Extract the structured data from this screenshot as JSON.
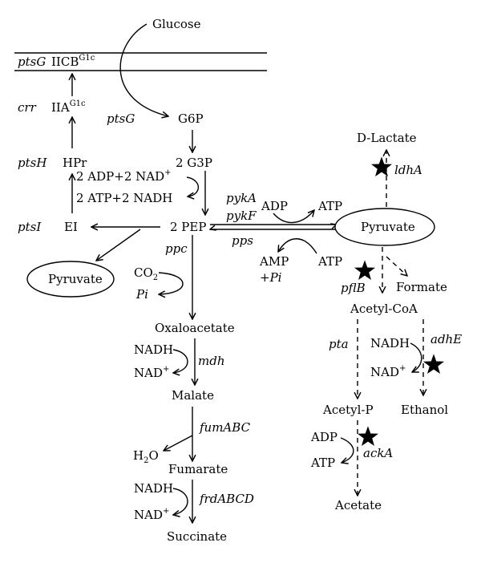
{
  "diagram": {
    "colors": {
      "ink": "#000000",
      "background": "#ffffff"
    },
    "membrane": {
      "gene": "ptsG",
      "protein": "IICB",
      "protein_sup": "G1c"
    },
    "pts": {
      "crr_gene": "crr",
      "iia": "IIA",
      "iia_sup": "G1c",
      "ptsH_gene": "ptsH",
      "hpr": "HPr",
      "ptsI_gene": "ptsI",
      "ei": "EI"
    },
    "glycolysis": {
      "glucose": "Glucose",
      "ptsG_gene": "ptsG",
      "g6p": "G6P",
      "g3p": "2 G3P",
      "cofactor_in": "2 ADP+2 NAD",
      "cofactor_in_sup": "+",
      "cofactor_out": "2 ATP+2 NADH",
      "pep": "2 PEP",
      "pyruvate_left": "Pyruvate"
    },
    "reductive_branch": {
      "ppc_gene": "ppc",
      "co2": "CO",
      "co2_sub": "2",
      "pi": "Pi",
      "oxaloacetate": "Oxaloacetate",
      "nadh_1": "NADH",
      "nad_1": "NAD",
      "nad_1_sup": "+",
      "mdh_gene": "mdh",
      "malate": "Malate",
      "fum_gene": "fumABC",
      "h2o": "H",
      "h2o_sub": "2",
      "h2o_o": "O",
      "fumarate": "Fumarate",
      "nadh_2": "NADH",
      "nad_2": "NAD",
      "nad_2_sup": "+",
      "frd_gene": "frdABCD",
      "succinate": "Succinate"
    },
    "pyruvate_node": {
      "pykA_gene": "pykA",
      "pykF_gene": "pykF",
      "adp": "ADP",
      "atp_top": "ATP",
      "pps_gene": "pps",
      "amp": "AMP",
      "plus_pi_plus": "+",
      "plus_pi": "Pi",
      "atp_bottom": "ATP",
      "pyruvate": "Pyruvate"
    },
    "fermentation": {
      "d_lactate": "D-Lactate",
      "ldhA_gene": "ldhA",
      "pflB_gene": "pflB",
      "formate": "Formate",
      "acetyl_coa": "Acetyl-CoA",
      "pta_gene": "pta",
      "adhE_gene": "adhE",
      "nadh_3": "NADH",
      "nad_3": "NAD",
      "nad_3_sup": "+",
      "ethanol": "Ethanol",
      "acetyl_p": "Acetyl-P",
      "adp_2": "ADP",
      "atp_2": "ATP",
      "ackA_gene": "ackA",
      "acetate": "Acetate"
    },
    "knockout_markers": [
      {
        "gene": "ldhA",
        "icon": "star-icon"
      },
      {
        "gene": "pflB",
        "icon": "star-icon"
      },
      {
        "gene": "adhE",
        "icon": "star-icon"
      },
      {
        "gene": "ackA",
        "icon": "star-icon"
      }
    ]
  }
}
